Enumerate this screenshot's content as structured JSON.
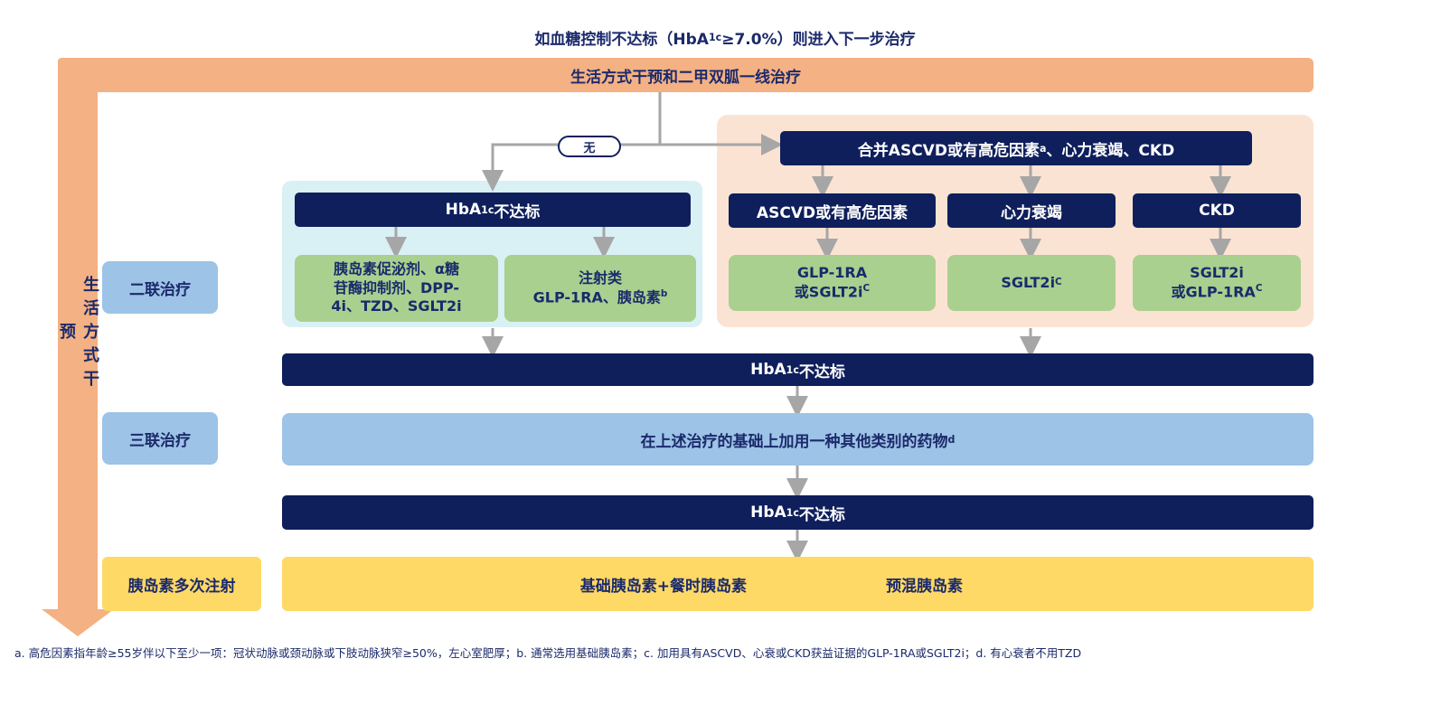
{
  "header": {
    "prefix": "如血糖控制不达标（HbA",
    "sub": "1c",
    "suffix": "≥7.0%）则进入下一步治疗"
  },
  "first_line": {
    "label": "生活方式干预和二甲双胍一线治疗"
  },
  "lifestyle": {
    "label": "生活方式干预"
  },
  "branch_no": {
    "label": "无"
  },
  "comorbid": {
    "label": "合并ASCVD或有高危因素",
    "sup": "a",
    "tail": "、心力衰竭、CKD"
  },
  "hba1c_fail": {
    "prefix": "HbA",
    "sub": "1c",
    "suffix": "不达标"
  },
  "left_options": {
    "oral": {
      "line1": "胰岛素促泌剂、α糖",
      "line2": "苷酶抑制剂、DPP-",
      "line3": "4i、TZD、SGLT2i"
    },
    "injectable": {
      "line1": "注射类",
      "line2": "GLP-1RA、胰岛素",
      "sup": "b"
    }
  },
  "conditions": [
    {
      "label": "ASCVD或有高危因素",
      "line1": "GLP-1RA",
      "line2": "或SGLT2i",
      "sup": "C"
    },
    {
      "label": "心力衰竭",
      "line1": "",
      "line2": "SGLT2i",
      "sup": "C"
    },
    {
      "label": "CKD",
      "line1": "SGLT2i",
      "line2": "或GLP-1RA",
      "sup": "C"
    }
  ],
  "stages": {
    "dual": "二联治疗",
    "triple": "三联治疗",
    "multi_insulin": "胰岛素多次注射"
  },
  "triple": {
    "label": "在上述治疗的基础上加用一种其他类别的药物",
    "sup": "d"
  },
  "insulin": {
    "left": "基础胰岛素+餐时胰岛素",
    "right": "预混胰岛素"
  },
  "footnote": "a. 高危因素指年龄≥55岁伴以下至少一项：冠状动脉或颈动脉或下肢动脉狭窄≥50%，左心室肥厚；b. 通常选用基础胰岛素；c. 加用具有ASCVD、心衰或CKD获益证据的GLP-1RA或SGLT2i；d. 有心衰者不用TZD",
  "colors": {
    "navy": "#0f1f5c",
    "orange": "#f4b183",
    "green": "#a9d08e",
    "light_blue": "#9dc3e6",
    "yellow": "#ffd966",
    "teal_panel": "#d9f0f4",
    "peach_panel": "#fbe3d3",
    "arrow_gray": "#a6a6a6"
  }
}
